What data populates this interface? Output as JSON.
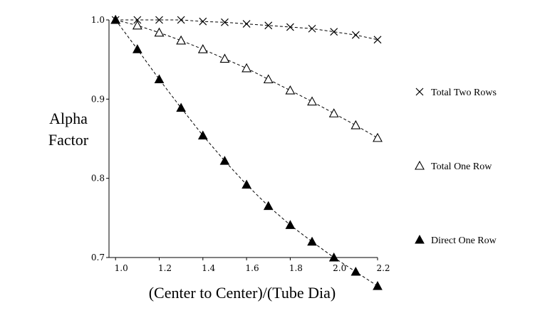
{
  "chart_data": {
    "type": "scatter",
    "title": "",
    "xlabel": "(Center to Center)/(Tube Dia)",
    "ylabel": [
      "Alpha",
      "Factor"
    ],
    "xlim": [
      0.97,
      2.2
    ],
    "ylim": [
      0.7,
      1.0
    ],
    "x_ticks": [
      "1.0",
      "1.2",
      "1.4",
      "1.6",
      "1.8",
      "2.0",
      "2.2"
    ],
    "x_tick_values": [
      1.0,
      1.2,
      1.4,
      1.6,
      1.8,
      2.0,
      2.2
    ],
    "y_ticks": [
      "1.0",
      "0.9",
      "0.8",
      "0.7"
    ],
    "y_tick_values": [
      1.0,
      0.9,
      0.8,
      0.7
    ],
    "grid": false,
    "legend_position": "right",
    "line_style": "dashed",
    "series": [
      {
        "name": "Total Two Rows",
        "marker": "x",
        "x": [
          1.0,
          1.1,
          1.2,
          1.3,
          1.4,
          1.5,
          1.6,
          1.7,
          1.8,
          1.9,
          2.0,
          2.1,
          2.2
        ],
        "y": [
          1.0,
          1.0,
          1.0,
          1.0,
          0.998,
          0.997,
          0.995,
          0.993,
          0.991,
          0.989,
          0.985,
          0.981,
          0.975
        ]
      },
      {
        "name": "Total One Row",
        "marker": "triangle-open",
        "x": [
          1.0,
          1.1,
          1.2,
          1.3,
          1.4,
          1.5,
          1.6,
          1.7,
          1.8,
          1.9,
          2.0,
          2.1,
          2.2
        ],
        "y": [
          1.0,
          0.993,
          0.984,
          0.974,
          0.963,
          0.951,
          0.939,
          0.925,
          0.911,
          0.897,
          0.882,
          0.867,
          0.851
        ]
      },
      {
        "name": "Direct One Row",
        "marker": "triangle-filled",
        "x": [
          1.0,
          1.1,
          1.2,
          1.3,
          1.4,
          1.5,
          1.6,
          1.7,
          1.8,
          1.9,
          2.0,
          2.1,
          2.2
        ],
        "y": [
          1.0,
          0.963,
          0.925,
          0.889,
          0.854,
          0.822,
          0.792,
          0.765,
          0.741,
          0.72,
          0.7,
          0.682,
          0.664
        ]
      }
    ]
  }
}
